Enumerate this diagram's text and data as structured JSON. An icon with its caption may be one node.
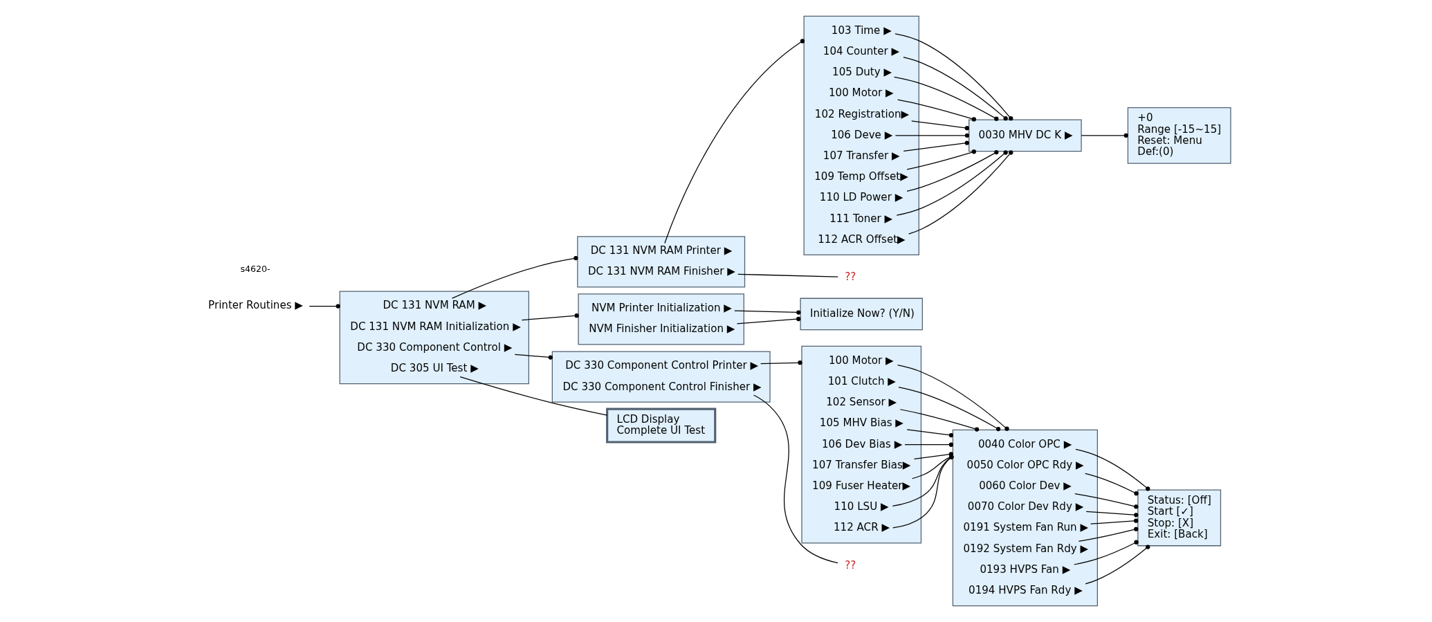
{
  "diagram": {
    "nodes": [
      {
        "text": [
          "Printer Routines ▶"
        ]
      },
      {
        "text": [],
        "shape": "box"
      },
      {
        "text": [
          "DC 131 NVM RAM ▶"
        ],
        "in": 1
      },
      {
        "text": [
          "DC 131 NVM RAM Initialization ▶"
        ],
        "in": 1
      },
      {
        "text": [
          "DC 330 Component Control ▶"
        ],
        "in": 1
      },
      {
        "text": [
          "DC 305 UI Test ▶"
        ],
        "in": 1
      },
      {
        "text": [],
        "shape": "box"
      },
      {
        "text": [
          "DC 131 NVM RAM Printer ▶"
        ],
        "in": 6
      },
      {
        "text": [
          "DC 131 NVM RAM Finisher ▶"
        ],
        "in": 6
      },
      {
        "text": [
          "??"
        ]
      },
      {
        "text": [],
        "shape": "box"
      },
      {
        "text": [
          "103 Time ▶"
        ],
        "in": 10
      },
      {
        "text": [
          "104 Counter ▶"
        ],
        "in": 10
      },
      {
        "text": [
          "105 Duty ▶"
        ],
        "in": 10
      },
      {
        "text": [
          "100 Motor ▶"
        ],
        "in": 10
      },
      {
        "text": [
          "102 Registration▶"
        ],
        "in": 10
      },
      {
        "text": [
          "106 Deve ▶"
        ],
        "in": 10
      },
      {
        "text": [
          "107 Transfer ▶"
        ],
        "in": 10
      },
      {
        "text": [
          "109 Temp Offset▶"
        ],
        "in": 10
      },
      {
        "text": [
          "110 LD Power ▶"
        ],
        "in": 10
      },
      {
        "text": [
          "111 Toner ▶"
        ],
        "in": 10
      },
      {
        "text": [
          "112 ACR Offset▶"
        ],
        "in": 10
      },
      {
        "text": [
          "0030 MHV DC K ▶"
        ]
      },
      {
        "text": [
          "+0",
          "Range [-15~15]",
          "Reset: Menu",
          "Def:(0)"
        ]
      },
      {
        "text": [],
        "shape": "box"
      },
      {
        "text": [
          "NVM Printer Initialization ▶"
        ],
        "in": 24
      },
      {
        "text": [
          "NVM Finisher Initialization ▶"
        ],
        "in": 24
      },
      {
        "text": [
          "Initialize Now? (Y/N)"
        ]
      },
      {
        "text": [],
        "shape": "box"
      },
      {
        "text": [
          "DC 330 Component Control Printer ▶"
        ],
        "in": 28
      },
      {
        "text": [
          "DC 330 Component Control Finisher ▶"
        ],
        "in": 28
      },
      {
        "text": [
          "??"
        ]
      },
      {
        "text": [
          "LCD Display",
          "Complete UI Test"
        ]
      },
      {
        "text": [],
        "shape": "box"
      },
      {
        "text": [
          "100 Motor ▶"
        ],
        "in": 33
      },
      {
        "text": [
          "101 Clutch ▶"
        ],
        "in": 33
      },
      {
        "text": [
          "102 Sensor ▶"
        ],
        "in": 33
      },
      {
        "text": [
          "105 MHV Bias ▶"
        ],
        "in": 33
      },
      {
        "text": [
          "106 Dev Bias ▶"
        ],
        "in": 33
      },
      {
        "text": [
          "107 Transfer Bias▶"
        ],
        "in": 33
      },
      {
        "text": [
          "109 Fuser Heater▶"
        ],
        "in": 33
      },
      {
        "text": [
          "110 LSU ▶"
        ],
        "in": 33
      },
      {
        "text": [
          "112 ACR ▶"
        ],
        "in": 33
      },
      {
        "text": [],
        "shape": "box"
      },
      {
        "text": [
          "0040 Color OPC ▶"
        ],
        "in": 43
      },
      {
        "text": [
          "0050 Color OPC Rdy ▶"
        ],
        "in": 43
      },
      {
        "text": [
          "0060 Color Dev ▶"
        ],
        "in": 43
      },
      {
        "text": [
          "0070 Color Dev Rdy ▶"
        ],
        "in": 43
      },
      {
        "text": [
          "0191 System Fan Run ▶"
        ],
        "in": 43
      },
      {
        "text": [
          "0192 System Fan Rdy ▶"
        ],
        "in": 43
      },
      {
        "text": [
          "0193 HVPS Fan ▶"
        ],
        "in": 43
      },
      {
        "text": [
          "0194 HVPS Fan Rdy ▶"
        ],
        "in": 43
      },
      {
        "text": [
          "Status: [Off]",
          "Start [✓]",
          "Stop: [X]",
          "Exit: [Back]"
        ]
      }
    ],
    "edges": [
      {
        "from": 0,
        "to": 1,
        "arrow": "other"
      },
      {
        "from": 2,
        "to": 6,
        "arrow": "other"
      },
      {
        "from": 7,
        "to": 10,
        "arrow": "other"
      },
      {
        "from": 8,
        "to": 9,
        "arrow": "none"
      },
      {
        "from": 11,
        "to": 22,
        "arrow": "other"
      },
      {
        "from": 12,
        "to": 22,
        "arrow": "other"
      },
      {
        "from": 13,
        "to": 22,
        "arrow": "other"
      },
      {
        "from": 14,
        "to": 22,
        "arrow": "other"
      },
      {
        "from": 15,
        "to": 22,
        "arrow": "other"
      },
      {
        "from": 16,
        "to": 22,
        "arrow": "other"
      },
      {
        "from": 17,
        "to": 22,
        "arrow": "other"
      },
      {
        "from": 18,
        "to": 22,
        "arrow": "other"
      },
      {
        "from": 19,
        "to": 22,
        "arrow": "other"
      },
      {
        "from": 20,
        "to": 22,
        "arrow": "other"
      },
      {
        "from": 21,
        "to": 22,
        "arrow": "other"
      },
      {
        "from": 22,
        "to": 23,
        "arrow": "other"
      },
      {
        "from": 3,
        "to": 24,
        "arrow": "other"
      },
      {
        "from": 25,
        "to": 27,
        "arrow": "other"
      },
      {
        "from": 26,
        "to": 27,
        "arrow": "other"
      },
      {
        "from": 4,
        "to": 28,
        "arrow": "other"
      },
      {
        "from": 29,
        "to": 33,
        "arrow": "other"
      },
      {
        "from": 30,
        "to": 31,
        "arrow": "none"
      },
      {
        "from": 5,
        "to": 32,
        "arrow": "none"
      },
      {
        "from": 34,
        "to": 43,
        "arrow": "other"
      },
      {
        "from": 35,
        "to": 43,
        "arrow": "other"
      },
      {
        "from": 36,
        "to": 43,
        "arrow": "other"
      },
      {
        "from": 37,
        "to": 43,
        "arrow": "other"
      },
      {
        "from": 38,
        "to": 43,
        "arrow": "other"
      },
      {
        "from": 39,
        "to": 43,
        "arrow": "other"
      },
      {
        "from": 40,
        "to": 43,
        "arrow": "other"
      },
      {
        "from": 41,
        "to": 43,
        "arrow": "other"
      },
      {
        "from": 42,
        "to": 43,
        "arrow": "other"
      },
      {
        "from": 44,
        "to": 52,
        "arrow": "other"
      },
      {
        "from": 45,
        "to": 52,
        "arrow": "other"
      },
      {
        "from": 46,
        "to": 52,
        "arrow": "other"
      },
      {
        "from": 47,
        "to": 52,
        "arrow": "other"
      },
      {
        "from": 48,
        "to": 52,
        "arrow": "other"
      },
      {
        "from": 49,
        "to": 52,
        "arrow": "other"
      },
      {
        "from": 50,
        "to": 52,
        "arrow": "other"
      },
      {
        "from": 51,
        "to": 52,
        "arrow": "other"
      }
    ],
    "labels": [
      "s4620-"
    ]
  }
}
